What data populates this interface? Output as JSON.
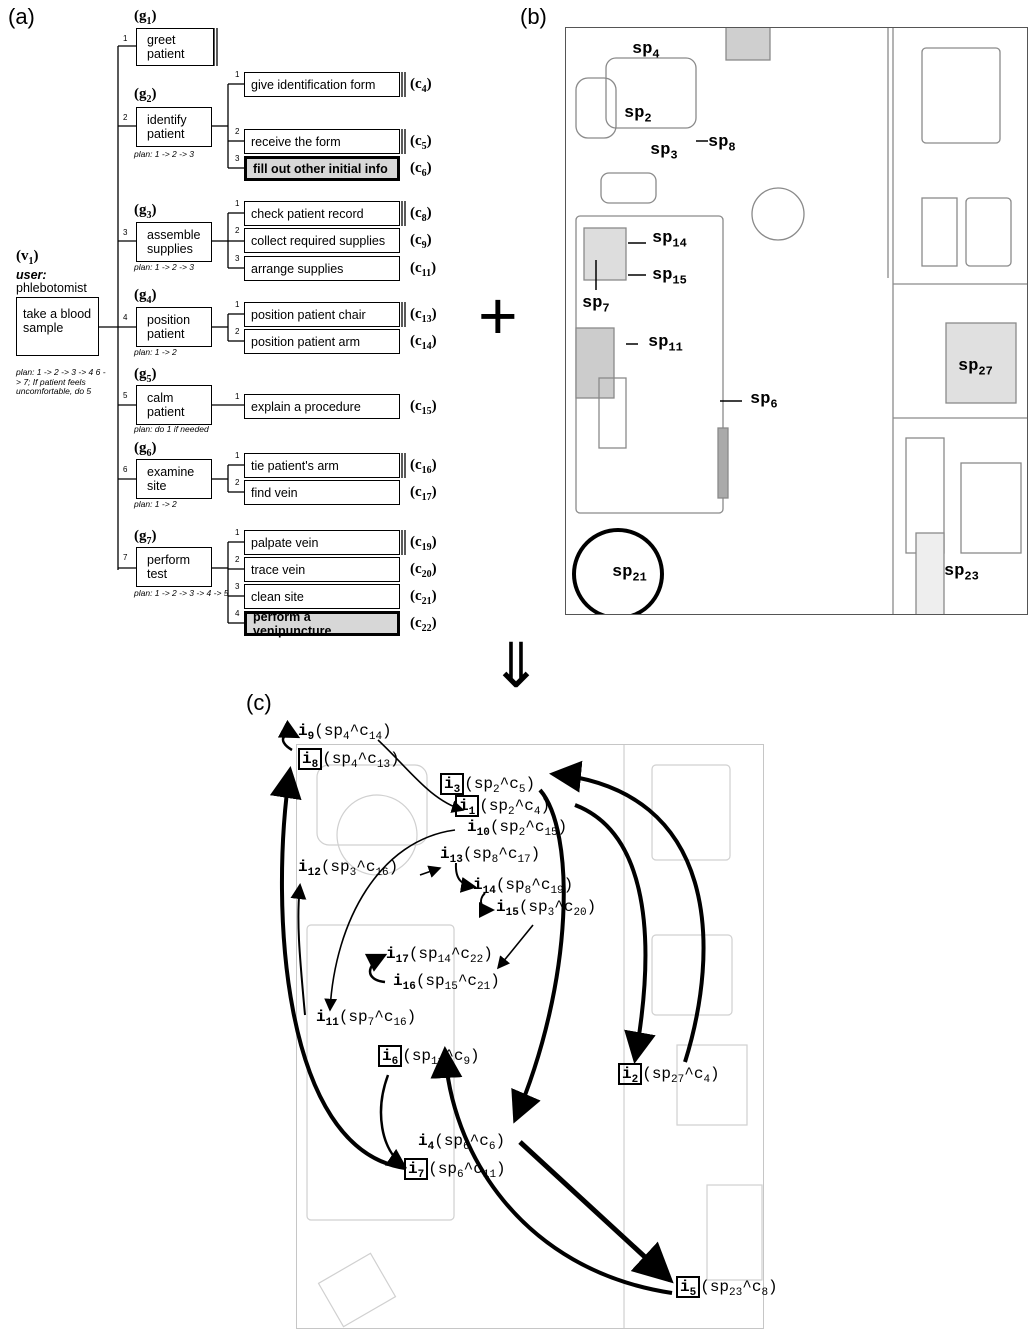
{
  "panels": {
    "a": "(a)",
    "b": "(b)",
    "c": "(c)"
  },
  "root": {
    "label": "(v",
    "sub": "1",
    "label_close": ")",
    "user_label": "user:",
    "user_value": "phlebotomist",
    "task": "take a blood sample",
    "plan": "plan: 1 -> 2 -> 3 -> 4 6 -> 7; If patient feels uncomfortable, do 5"
  },
  "goals": [
    {
      "label": "(g",
      "sub": "1",
      "name": "greet patient",
      "num": "1",
      "plan": ""
    },
    {
      "label": "(g",
      "sub": "2",
      "name": "identify patient",
      "num": "2",
      "plan": "plan: 1 -> 2 -> 3"
    },
    {
      "label": "(g",
      "sub": "3",
      "name": "assemble supplies",
      "num": "3",
      "plan": "plan: 1 -> 2 -> 3"
    },
    {
      "label": "(g",
      "sub": "4",
      "name": "position patient",
      "num": "4",
      "plan": "plan: 1 -> 2"
    },
    {
      "label": "(g",
      "sub": "5",
      "name": "calm patient",
      "num": "5",
      "plan": "plan: do 1 if needed"
    },
    {
      "label": "(g",
      "sub": "6",
      "name": "examine site",
      "num": "6",
      "plan": "plan: 1 -> 2"
    },
    {
      "label": "(g",
      "sub": "7",
      "name": "perform test",
      "num": "7",
      "plan": "plan: 1 -> 2 -> 3 -> 4 -> 5"
    }
  ],
  "subtasks": [
    {
      "num": "1",
      "text": "give identification form",
      "c": "4"
    },
    {
      "num": "2",
      "text": "receive the form",
      "c": "5"
    },
    {
      "num": "3",
      "text": "fill out other initial info",
      "c": "6"
    },
    {
      "num": "1",
      "text": "check patient record",
      "c": "8"
    },
    {
      "num": "2",
      "text": "collect required supplies",
      "c": "9"
    },
    {
      "num": "3",
      "text": "arrange supplies",
      "c": "11"
    },
    {
      "num": "1",
      "text": "position patient chair",
      "c": "13"
    },
    {
      "num": "2",
      "text": "position patient arm",
      "c": "14"
    },
    {
      "num": "1",
      "text": "explain a procedure",
      "c": "15"
    },
    {
      "num": "1",
      "text": "tie patient's arm",
      "c": "16"
    },
    {
      "num": "2",
      "text": "find vein",
      "c": "17"
    },
    {
      "num": "1",
      "text": "palpate vein",
      "c": "19"
    },
    {
      "num": "2",
      "text": "trace vein",
      "c": "20"
    },
    {
      "num": "3",
      "text": "clean site",
      "c": "21"
    },
    {
      "num": "4",
      "text": "perform a venipuncture",
      "c": "22"
    }
  ],
  "c_prefix": "(c",
  "c_suffix": ")",
  "plus": "+",
  "down_arrow": "⇓",
  "sp_labels": [
    {
      "sub": "4"
    },
    {
      "sub": "2"
    },
    {
      "sub": "3"
    },
    {
      "sub": "8"
    },
    {
      "sub": "14"
    },
    {
      "sub": "15"
    },
    {
      "sub": "7"
    },
    {
      "sub": "11"
    },
    {
      "sub": "6"
    },
    {
      "sub": "27"
    },
    {
      "sub": "21"
    },
    {
      "sub": "23"
    }
  ],
  "sp_prefix": "sp",
  "instances": [
    {
      "i": "9",
      "sp": "4",
      "c": "14",
      "boxed": false
    },
    {
      "i": "8",
      "sp": "4",
      "c": "13",
      "boxed": true
    },
    {
      "i": "3",
      "sp": "2",
      "c": "5",
      "boxed": true
    },
    {
      "i": "1",
      "sp": "2",
      "c": "4",
      "boxed": true
    },
    {
      "i": "10",
      "sp": "2",
      "c": "15",
      "boxed": false
    },
    {
      "i": "13",
      "sp": "8",
      "c": "17",
      "boxed": false
    },
    {
      "i": "12",
      "sp": "3",
      "c": "16",
      "boxed": false
    },
    {
      "i": "14",
      "sp": "8",
      "c": "19",
      "boxed": false
    },
    {
      "i": "15",
      "sp": "3",
      "c": "20",
      "boxed": false
    },
    {
      "i": "17",
      "sp": "14",
      "c": "22",
      "boxed": false
    },
    {
      "i": "16",
      "sp": "15",
      "c": "21",
      "boxed": false
    },
    {
      "i": "11",
      "sp": "7",
      "c": "16",
      "boxed": false
    },
    {
      "i": "6",
      "sp": "11",
      "c": "9",
      "boxed": true
    },
    {
      "i": "2",
      "sp": "27",
      "c": "4",
      "boxed": true
    },
    {
      "i": "4",
      "sp": "6",
      "c": "6",
      "boxed": false
    },
    {
      "i": "7",
      "sp": "6",
      "c": "11",
      "boxed": true
    },
    {
      "i": "5",
      "sp": "23",
      "c": "8",
      "boxed": true
    }
  ],
  "colors": {
    "ink": "#000000",
    "highlight_fill": "#d7d7d7",
    "sketch": "#9a9a9a"
  }
}
